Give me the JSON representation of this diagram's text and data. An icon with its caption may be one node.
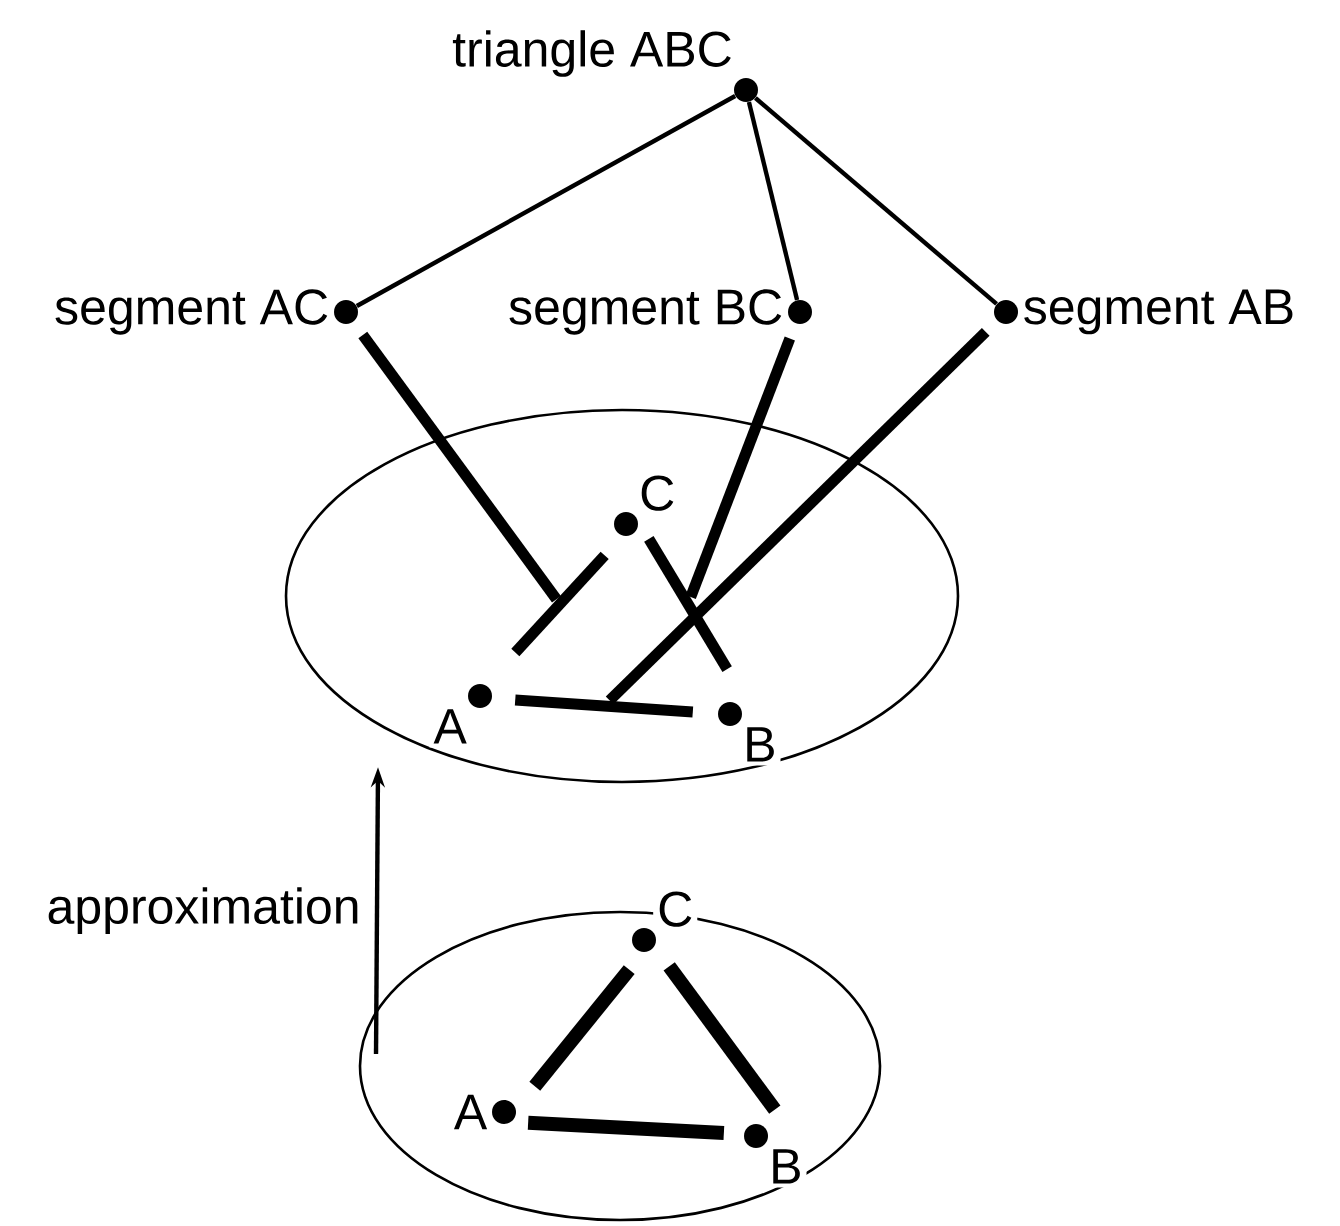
{
  "diagram": {
    "nodes": [
      {
        "text": [
          "triangle ABC"
        ]
      },
      {
        "text": [
          "segment AC"
        ]
      },
      {
        "text": [
          "segment BC"
        ]
      },
      {
        "text": [
          "segment AB"
        ]
      },
      {
        "text": [],
        "shape": "ellipse"
      },
      {
        "text": [
          "C"
        ],
        "in": 4
      },
      {
        "text": [],
        "shape": "bar",
        "in": 4
      },
      {
        "text": [],
        "shape": "bar",
        "in": 4
      },
      {
        "text": [
          "A"
        ],
        "in": 4
      },
      {
        "text": [],
        "shape": "bar",
        "in": 4
      },
      {
        "text": [
          "B"
        ],
        "in": 4
      },
      {
        "text": [],
        "shape": "ellipse"
      },
      {
        "text": [
          "C"
        ],
        "in": 11
      },
      {
        "text": [],
        "shape": "bar",
        "in": 11
      },
      {
        "text": [],
        "shape": "bar",
        "in": 11
      },
      {
        "text": [
          "A"
        ],
        "in": 11
      },
      {
        "text": [],
        "shape": "bar",
        "in": 11
      },
      {
        "text": [
          "B"
        ],
        "in": 11
      }
    ],
    "edges": [
      {
        "from": 0,
        "to": 1,
        "arrow": "none"
      },
      {
        "from": 0,
        "to": 2,
        "arrow": "none"
      },
      {
        "from": 0,
        "to": 3,
        "arrow": "none"
      },
      {
        "from": 1,
        "to": 6,
        "arrow": "none",
        "style": "thick"
      },
      {
        "from": 2,
        "to": 7,
        "arrow": "none",
        "style": "thick"
      },
      {
        "from": 3,
        "to": 9,
        "arrow": "none",
        "style": "thick"
      },
      {
        "from": 11,
        "to": 4,
        "arrow": "to",
        "label": "approximation"
      }
    ]
  }
}
